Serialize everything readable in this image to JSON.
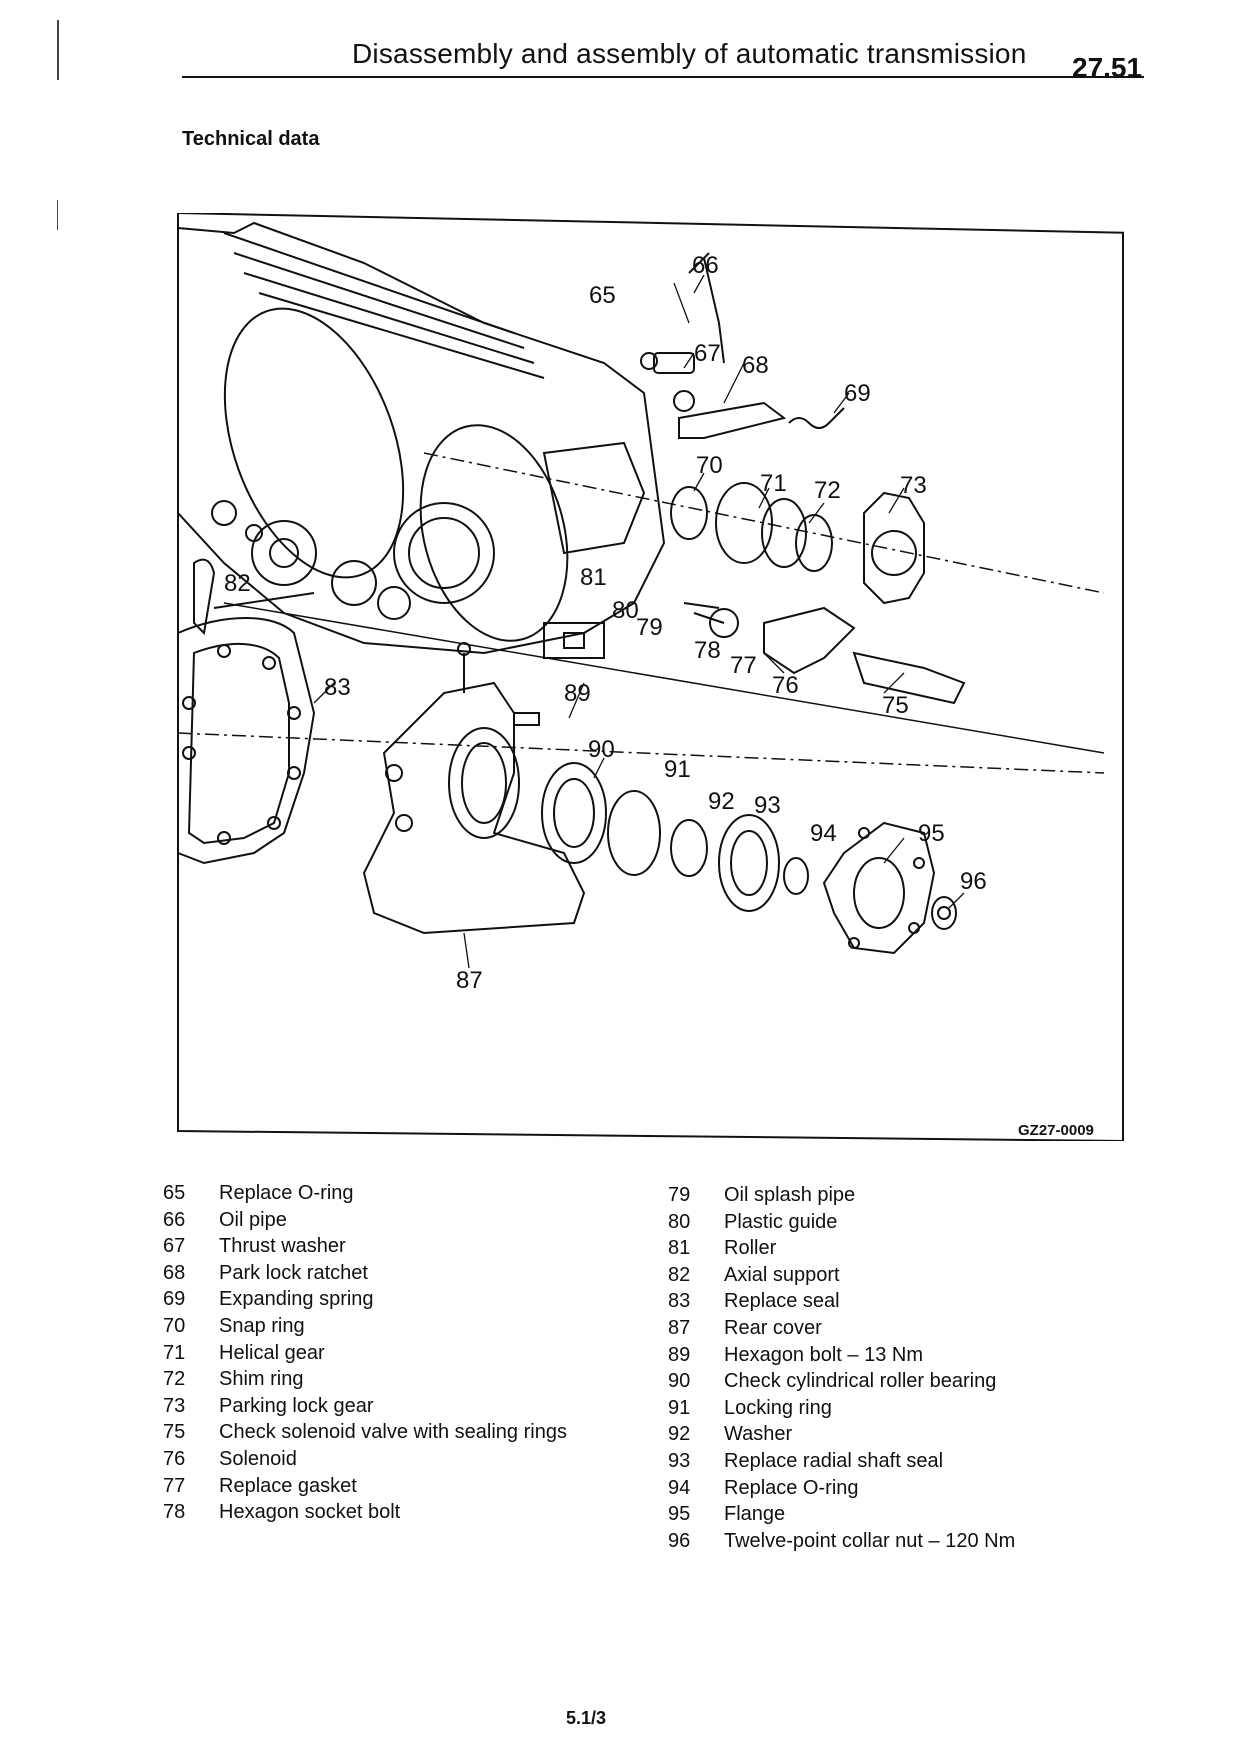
{
  "header": {
    "title": "Disassembly and assembly of automatic transmission",
    "section_number": "27.51"
  },
  "section_heading": "Technical data",
  "figure": {
    "code": "GZ27-0009",
    "callouts": [
      "65",
      "66",
      "67",
      "68",
      "69",
      "70",
      "71",
      "72",
      "73",
      "75",
      "76",
      "77",
      "78",
      "79",
      "80",
      "81",
      "82",
      "83",
      "87",
      "89",
      "90",
      "91",
      "92",
      "93",
      "94",
      "95",
      "96"
    ]
  },
  "legend_left": [
    {
      "num": "65",
      "text": "Replace O-ring"
    },
    {
      "num": "66",
      "text": "Oil pipe"
    },
    {
      "num": "67",
      "text": "Thrust washer"
    },
    {
      "num": "68",
      "text": "Park lock ratchet"
    },
    {
      "num": "69",
      "text": "Expanding spring"
    },
    {
      "num": "70",
      "text": "Snap ring"
    },
    {
      "num": "71",
      "text": "Helical gear"
    },
    {
      "num": "72",
      "text": "Shim ring"
    },
    {
      "num": "73",
      "text": "Parking lock gear"
    },
    {
      "num": "75",
      "text": "Check solenoid valve with sealing rings"
    },
    {
      "num": "76",
      "text": "Solenoid"
    },
    {
      "num": "77",
      "text": "Replace gasket"
    },
    {
      "num": "78",
      "text": "Hexagon socket bolt"
    }
  ],
  "legend_right": [
    {
      "num": "79",
      "text": "Oil splash pipe"
    },
    {
      "num": "80",
      "text": "Plastic guide"
    },
    {
      "num": "81",
      "text": "Roller"
    },
    {
      "num": "82",
      "text": "Axial support"
    },
    {
      "num": "83",
      "text": "Replace seal"
    },
    {
      "num": "87",
      "text": "Rear cover"
    },
    {
      "num": "89",
      "text": "Hexagon bolt – 13 Nm"
    },
    {
      "num": "90",
      "text": "Check cylindrical roller bearing"
    },
    {
      "num": "91",
      "text": "Locking ring"
    },
    {
      "num": "92",
      "text": "Washer"
    },
    {
      "num": "93",
      "text": "Replace radial shaft seal"
    },
    {
      "num": "94",
      "text": "Replace O-ring"
    },
    {
      "num": "95",
      "text": "Flange"
    },
    {
      "num": "96",
      "text": "Twelve-point collar nut – 120 Nm"
    }
  ],
  "footer": {
    "page": "5.1/3"
  }
}
